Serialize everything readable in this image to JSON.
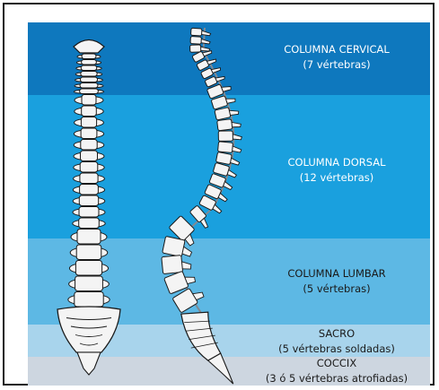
{
  "colors": {
    "cervical": "#0e78be",
    "dorsal": "#1aa0de",
    "lumbar": "#5db8e4",
    "sacro": "#a8d4ec",
    "coccix": "#cdd6e0",
    "bone": "#f4f4f4",
    "outline": "#1a1a1a"
  },
  "regions": [
    {
      "id": "cervical",
      "line1": "COLUMNA CERVICAL",
      "line2": "(7 vértebras)",
      "text_color": "#ffffff"
    },
    {
      "id": "dorsal",
      "line1": "COLUMNA DORSAL",
      "line2": "(12 vértebras)",
      "text_color": "#ffffff"
    },
    {
      "id": "lumbar",
      "line1": "COLUMNA LUMBAR",
      "line2": "(5 vértebras)",
      "text_color": "#1a1a1a"
    },
    {
      "id": "sacro",
      "line1": "SACRO",
      "line2": "(5 vértebras soldadas)",
      "text_color": "#1a1a1a"
    },
    {
      "id": "coccix",
      "line1": "COCCIX",
      "line2": "(3 ó 5 vértebras atrofiadas)",
      "text_color": "#1a1a1a"
    }
  ]
}
